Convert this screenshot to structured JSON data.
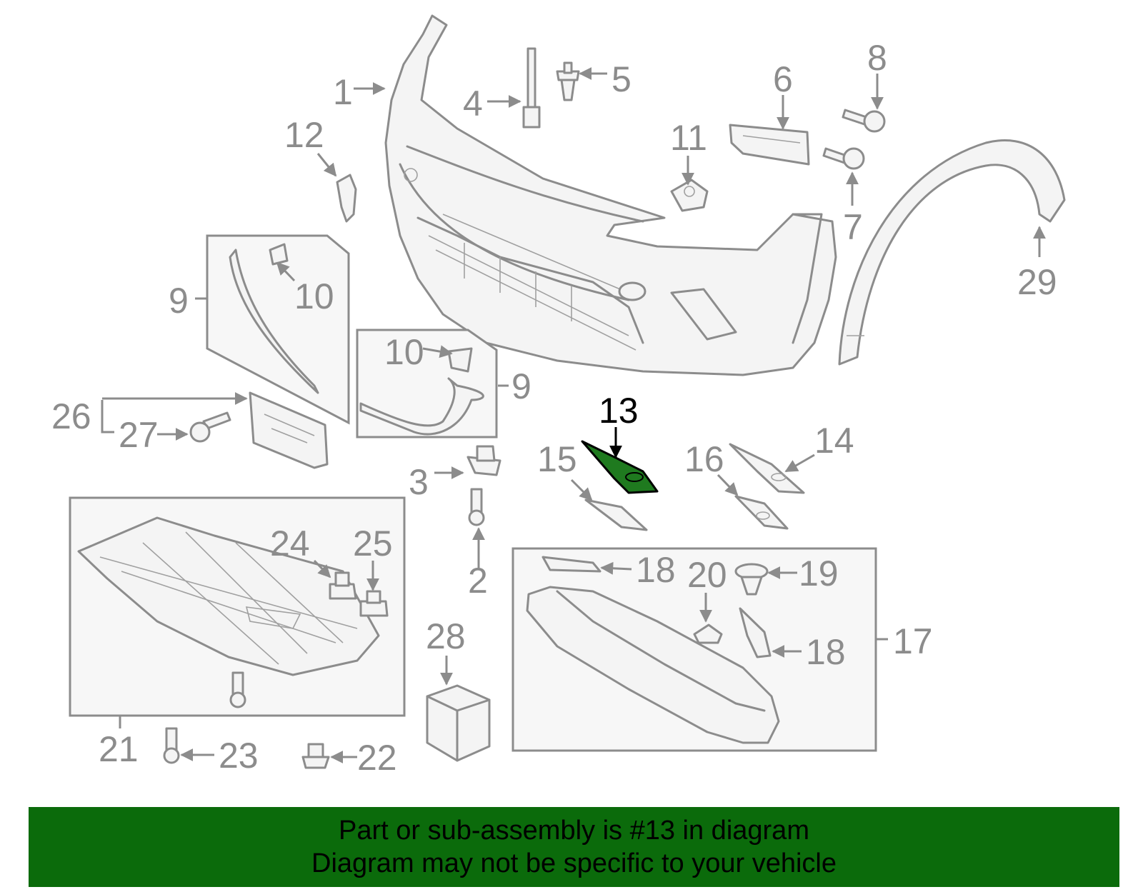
{
  "callouts": {
    "c1": "1",
    "c2": "2",
    "c3": "3",
    "c4": "4",
    "c5": "5",
    "c6": "6",
    "c7": "7",
    "c8": "8",
    "c9": "9",
    "c10": "10",
    "c11": "11",
    "c12": "12",
    "c13": "13",
    "c14": "14",
    "c15": "15",
    "c16": "16",
    "c17": "17",
    "c18": "18",
    "c19": "19",
    "c20": "20",
    "c21": "21",
    "c22": "22",
    "c23": "23",
    "c24": "24",
    "c25": "25",
    "c26": "26",
    "c27": "27",
    "c28": "28",
    "c29": "29"
  },
  "highlight": {
    "part_number": "13",
    "fill_color": "#1f7a1f"
  },
  "banner": {
    "line1": "Part or sub-assembly is #13 in diagram",
    "line2": "Diagram may not be specific to your vehicle",
    "background_color": "#0b6b0b"
  }
}
